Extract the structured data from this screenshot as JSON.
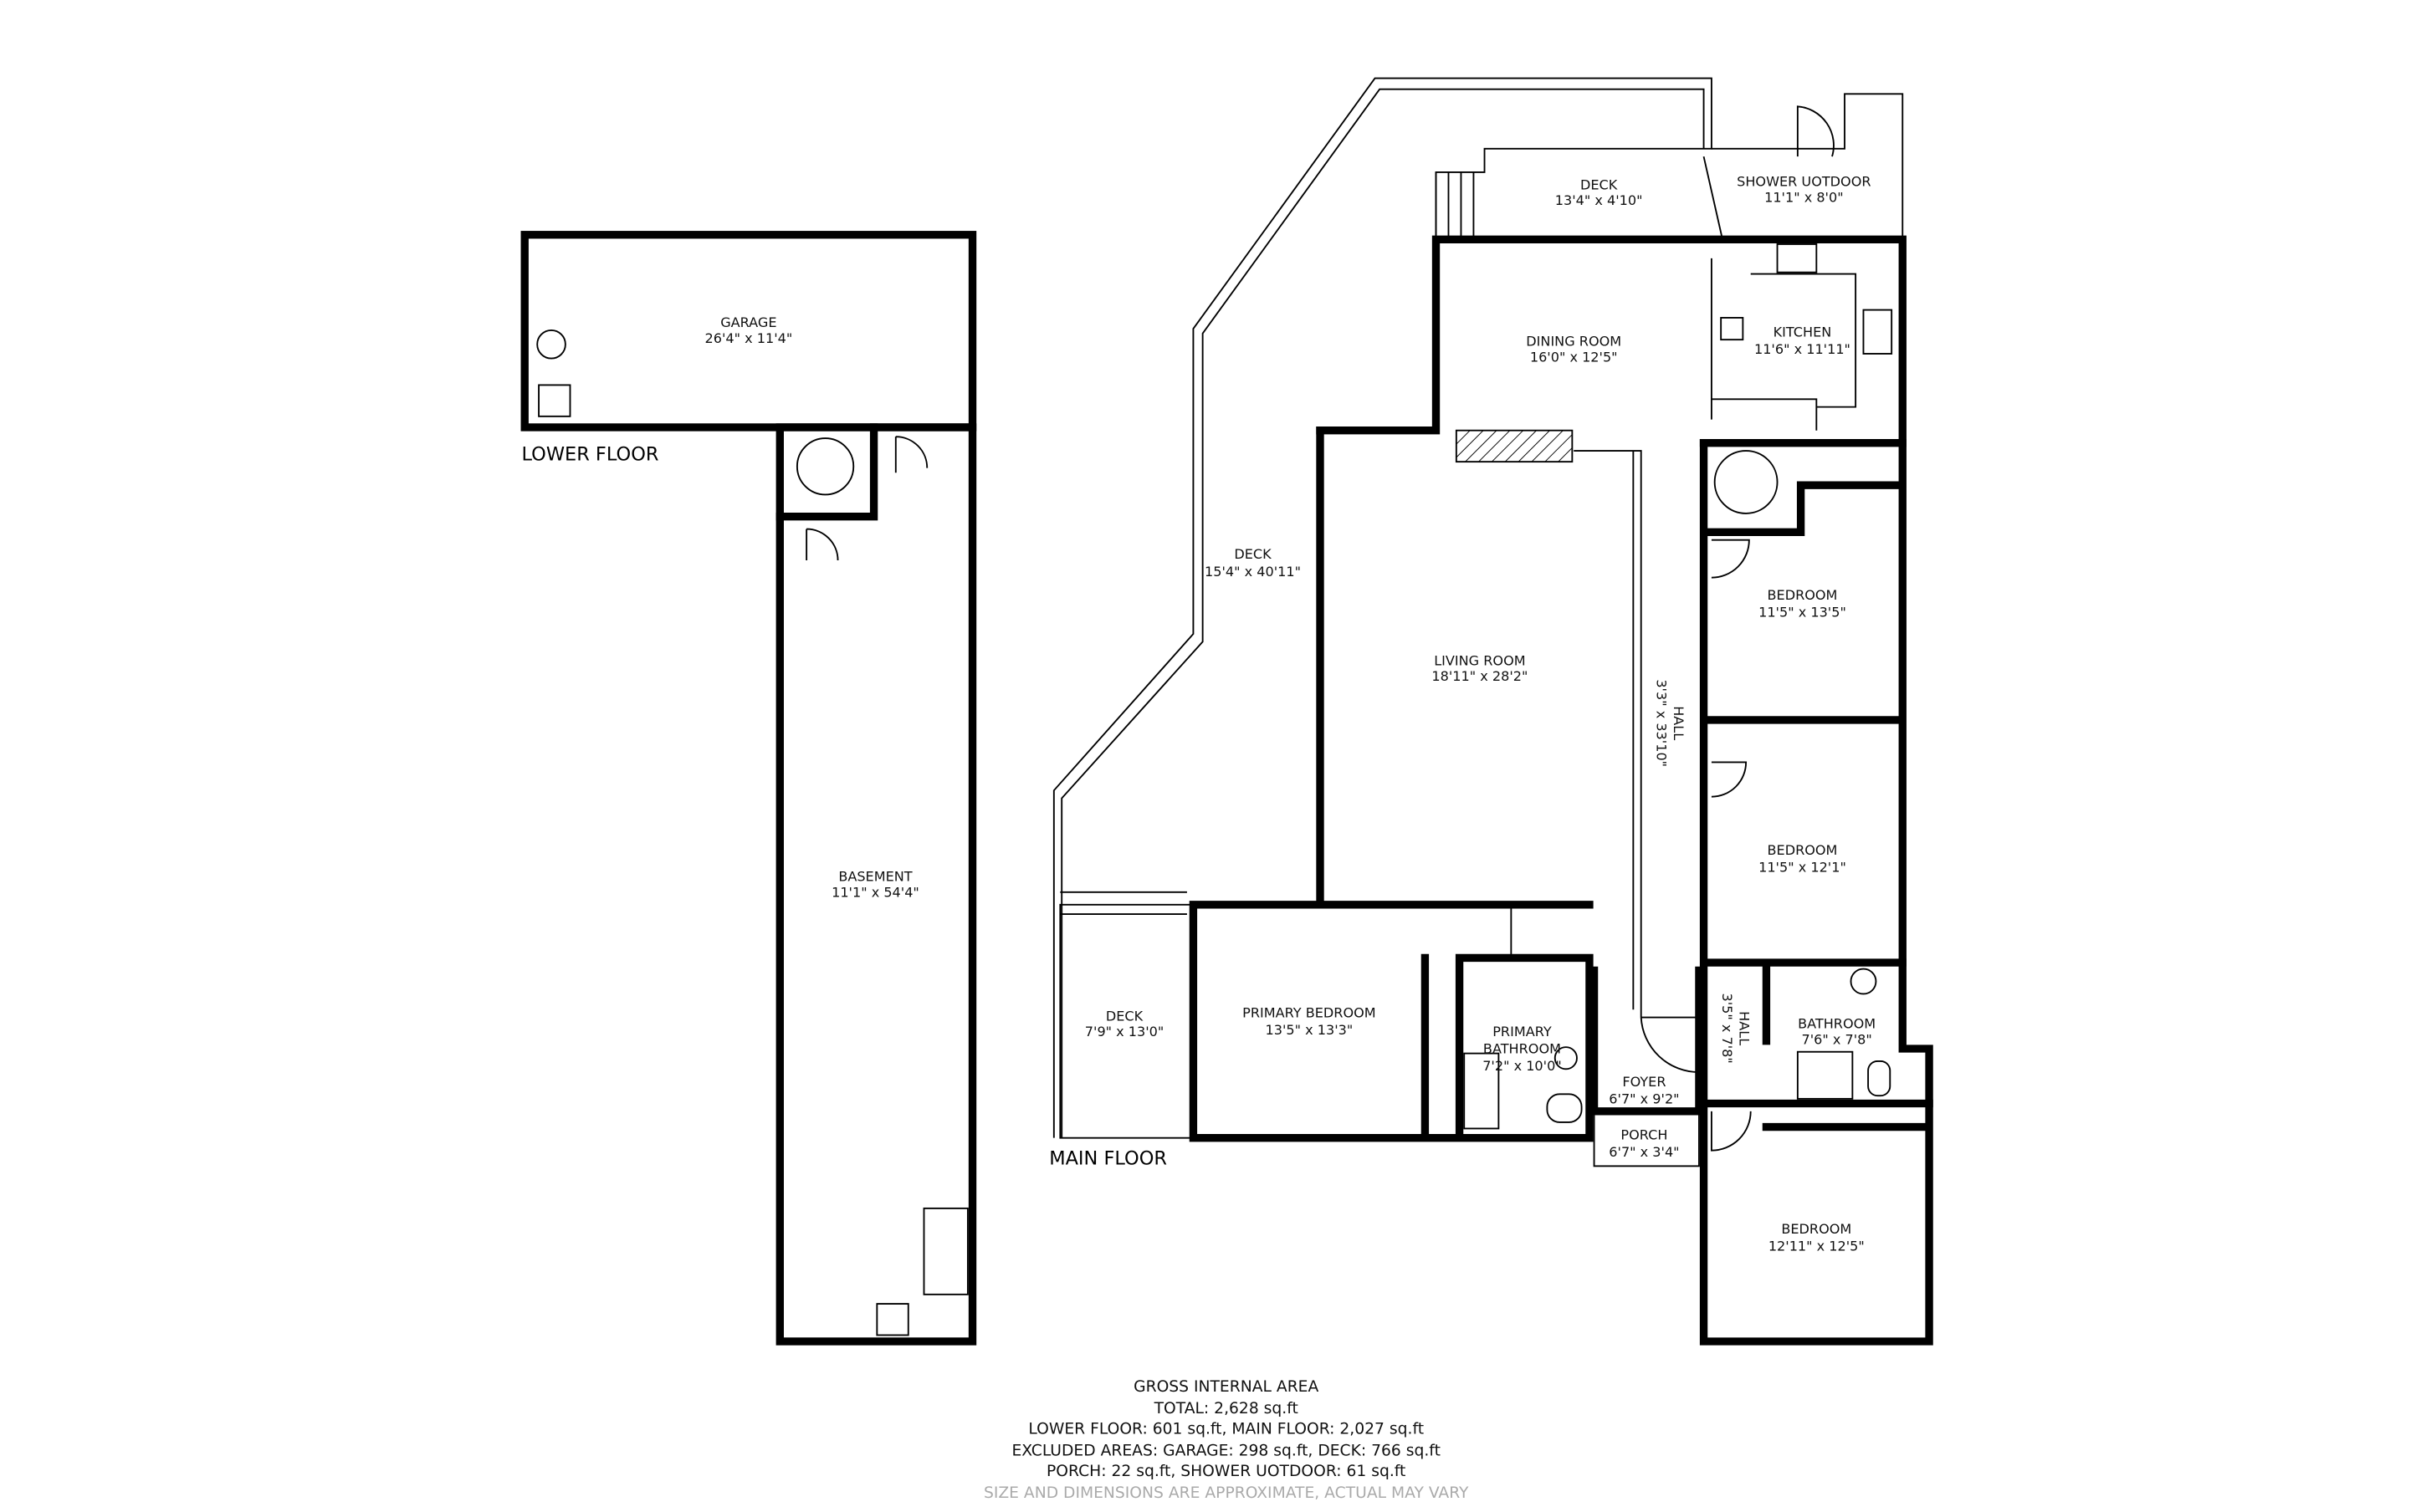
{
  "floors": {
    "lower": "LOWER FLOOR",
    "main": "MAIN FLOOR"
  },
  "rooms": {
    "garage": {
      "name": "GARAGE",
      "dims": "26'4\" x 11'4\""
    },
    "basement": {
      "name": "BASEMENT",
      "dims": "11'1\" x 54'4\""
    },
    "deck_top": {
      "name": "DECK",
      "dims": "13'4\" x 4'10\""
    },
    "shower": {
      "name": "SHOWER UOTDOOR",
      "dims": "11'1\" x 8'0\""
    },
    "dining": {
      "name": "DINING ROOM",
      "dims": "16'0\" x 12'5\""
    },
    "kitchen": {
      "name": "KITCHEN",
      "dims": "11'6\" x 11'11\""
    },
    "deck_big": {
      "name": "DECK",
      "dims": "15'4\" x 40'11\""
    },
    "living": {
      "name": "LIVING ROOM",
      "dims": "18'11\" x 28'2\""
    },
    "hall_long": {
      "name": "HALL",
      "dims": "3'3\" x 33'10\""
    },
    "bedroom1": {
      "name": "BEDROOM",
      "dims": "11'5\" x 13'5\""
    },
    "bedroom2": {
      "name": "BEDROOM",
      "dims": "11'5\" x 12'1\""
    },
    "deck_small": {
      "name": "DECK",
      "dims": "7'9\" x 13'0\""
    },
    "primary_bedroom": {
      "name": "PRIMARY BEDROOM",
      "dims": "13'5\" x 13'3\""
    },
    "primary_bathroom": {
      "name1": "PRIMARY",
      "name2": "BATHROOM",
      "dims": "7'2\" x 10'0\""
    },
    "foyer": {
      "name": "FOYER",
      "dims": "6'7\" x 9'2\""
    },
    "porch": {
      "name": "PORCH",
      "dims": "6'7\" x 3'4\""
    },
    "hall_short": {
      "name": "HALL",
      "dims": "3'5\" x 7'8\""
    },
    "bathroom": {
      "name": "BATHROOM",
      "dims": "7'6\" x 7'8\""
    },
    "bedroom3": {
      "name": "BEDROOM",
      "dims": "12'11\" x 12'5\""
    }
  },
  "summary": {
    "title": "GROSS INTERNAL AREA",
    "total": "TOTAL: 2,628 sq.ft",
    "floors": "LOWER FLOOR: 601 sq.ft, MAIN FLOOR: 2,027 sq.ft",
    "excluded": "EXCLUDED AREAS: GARAGE: 298 sq.ft, DECK: 766 sq.ft",
    "other": "PORCH: 22 sq.ft, SHOWER UOTDOOR: 61 sq.ft",
    "disclaimer": "SIZE AND DIMENSIONS ARE APPROXIMATE, ACTUAL MAY VARY"
  }
}
